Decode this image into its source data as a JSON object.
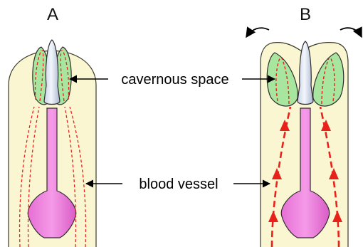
{
  "panels": [
    {
      "label": "A",
      "state": "closed",
      "flow_arrows": false
    },
    {
      "label": "B",
      "state": "open",
      "flow_arrows": true
    }
  ],
  "labels": {
    "cavernous_space": "cavernous space",
    "blood_vessel": "blood vessel"
  },
  "colors": {
    "body": "#fbf6d2",
    "body_stroke": "#3a3a2a",
    "cavernous_space": "#a8e6a0",
    "spine": "#dfe5f2",
    "stalk": "#ee86dd",
    "vessel": "#e8221b"
  }
}
